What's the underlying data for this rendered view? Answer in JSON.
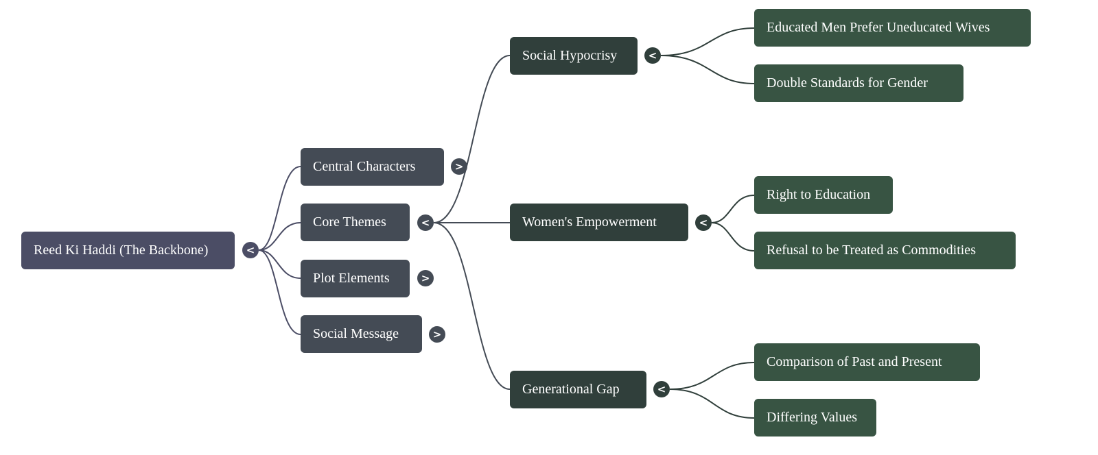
{
  "mindmap": {
    "root": {
      "label": "Reed Ki Haddi (The Backbone)",
      "toggle": "<",
      "toggle_icon": "collapse-icon",
      "children": [
        {
          "label": "Central Characters",
          "toggle": ">",
          "toggle_icon": "expand-icon",
          "expanded": false
        },
        {
          "label": "Core Themes",
          "toggle": "<",
          "toggle_icon": "collapse-icon",
          "expanded": true,
          "children": [
            {
              "label": "Social Hypocrisy",
              "toggle": "<",
              "toggle_icon": "collapse-icon",
              "expanded": true,
              "children": [
                {
                  "label": "Educated Men Prefer Uneducated Wives"
                },
                {
                  "label": "Double Standards for Gender"
                }
              ]
            },
            {
              "label": "Women's Empowerment",
              "toggle": "<",
              "toggle_icon": "collapse-icon",
              "expanded": true,
              "children": [
                {
                  "label": "Right to Education"
                },
                {
                  "label": "Refusal to be Treated as Commodities"
                }
              ]
            },
            {
              "label": "Generational Gap",
              "toggle": "<",
              "toggle_icon": "collapse-icon",
              "expanded": true,
              "children": [
                {
                  "label": "Comparison of Past and Present"
                },
                {
                  "label": "Differing Values"
                }
              ]
            }
          ]
        },
        {
          "label": "Plot Elements",
          "toggle": ">",
          "toggle_icon": "expand-icon",
          "expanded": false
        },
        {
          "label": "Social Message",
          "toggle": ">",
          "toggle_icon": "expand-icon",
          "expanded": false
        }
      ]
    },
    "colors": {
      "root": "#4b4d65",
      "level1": "#444b55",
      "level2": "#303f3b",
      "level3": "#385443"
    }
  }
}
